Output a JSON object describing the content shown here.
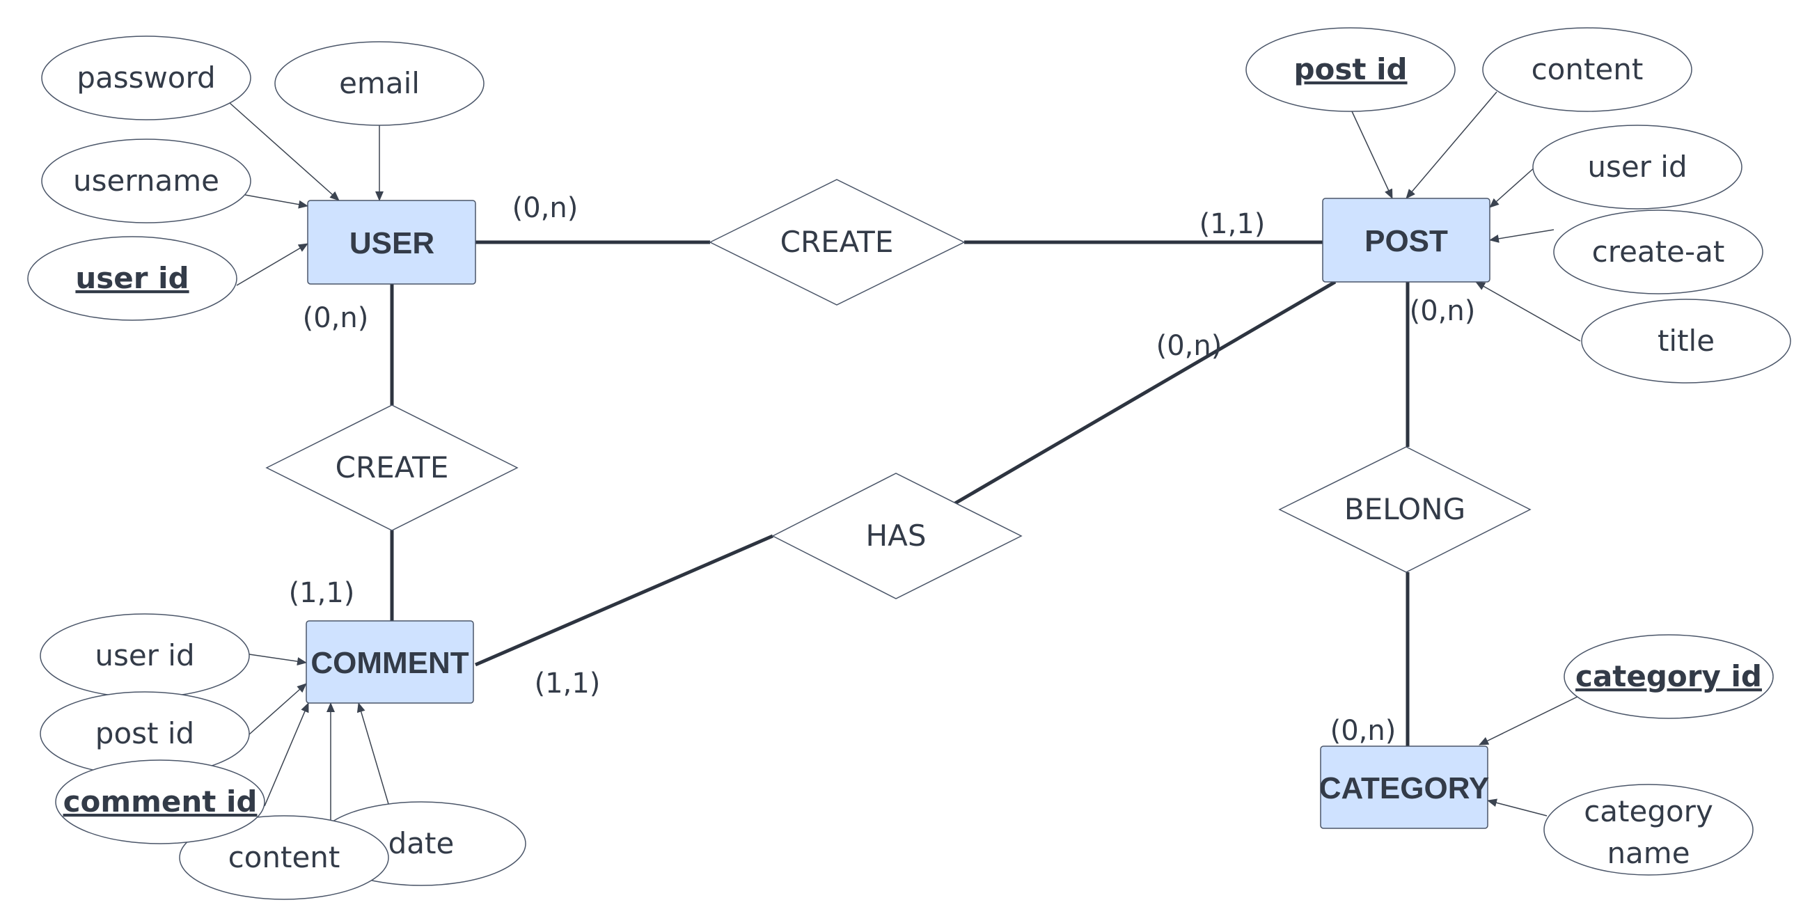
{
  "entities": {
    "user": "USER",
    "post": "POST",
    "comment": "COMMENT",
    "category": "CATEGORY"
  },
  "relationships": {
    "user_create_post": "CREATE",
    "user_create_comment": "CREATE",
    "has": "HAS",
    "belong": "BELONG"
  },
  "attributes": {
    "user": {
      "password": "password",
      "email": "email",
      "username": "username",
      "user_id": "user id"
    },
    "post": {
      "post_id": "post id",
      "content": "content",
      "user_id": "user id",
      "create_at": "create-at",
      "title": "title"
    },
    "comment": {
      "user_id": "user id",
      "post_id": "post id",
      "comment_id": "comment id",
      "content": "content",
      "date": "date"
    },
    "category": {
      "category_id": "category id",
      "category_name_line1": "category",
      "category_name_line2": "name"
    }
  },
  "cardinalities": {
    "user_to_create_post": "(0,n)",
    "post_from_create": "(1,1)",
    "user_to_create_comment": "(0,n)",
    "comment_from_create": "(1,1)",
    "comment_to_has": "(1,1)",
    "post_to_has": "(0,n)",
    "post_to_belong": "(0,n)",
    "category_from_belong": "(0,n)"
  },
  "colors": {
    "entity_fill": "#cfe2ff",
    "text": "#333b48",
    "line": "#2d3440"
  }
}
